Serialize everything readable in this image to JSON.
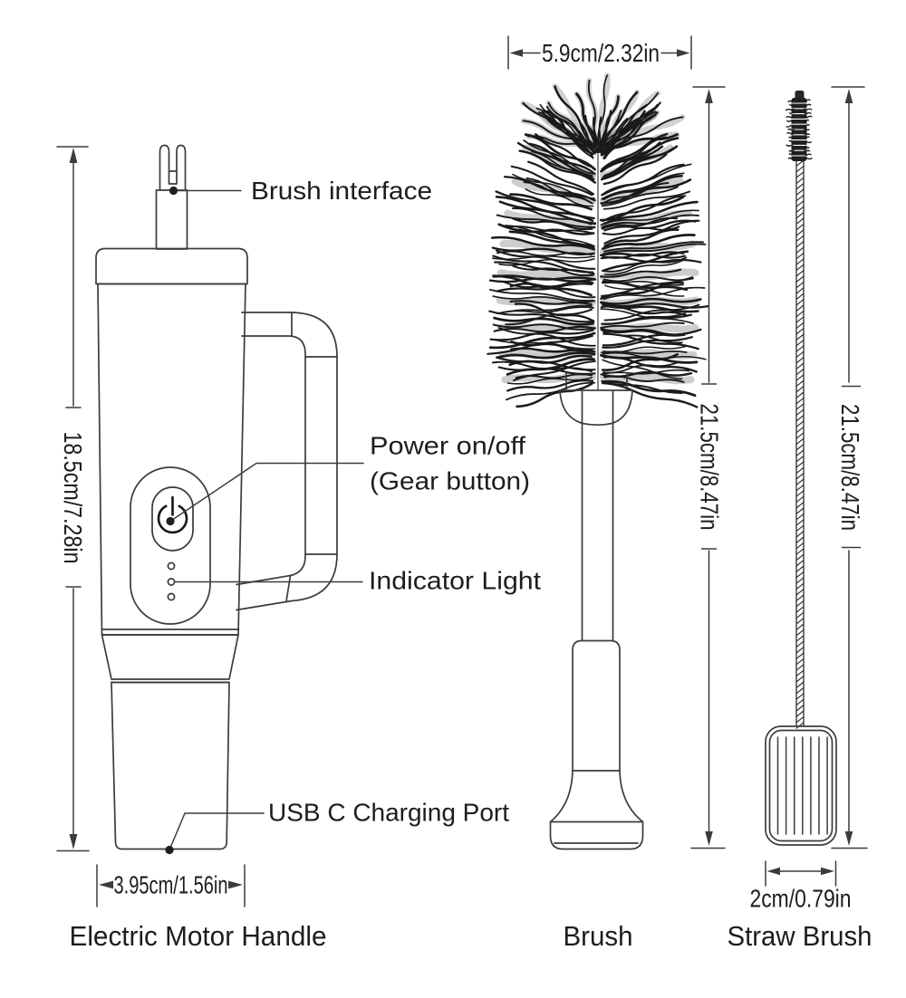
{
  "diagram": {
    "background": "#ffffff",
    "line_color": "#3c3c3c",
    "text_color": "#1d1d1d",
    "bristle_color": "#1a1a1a"
  },
  "callouts": {
    "brush_interface": "Brush interface",
    "power_line1": "Power on/off",
    "power_line2": "(Gear button)",
    "indicator": "Indicator Light",
    "usb": "USB C Charging Port"
  },
  "parts": {
    "handle": {
      "name": "Electric Motor Handle",
      "height": "18.5cm/7.28in",
      "width": "3.95cm/1.56in"
    },
    "brush": {
      "name": "Brush",
      "height": "21.5cm/8.47in",
      "width": "5.9cm/2.32in"
    },
    "straw": {
      "name": "Straw Brush",
      "height": "21.5cm/8.47in",
      "width": "2cm/0.79in"
    }
  }
}
